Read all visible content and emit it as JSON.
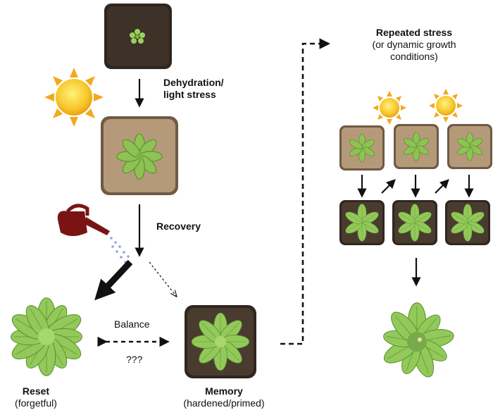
{
  "labels": {
    "dehydration_line1": "Dehydration/",
    "dehydration_line2": "light stress",
    "recovery": "Recovery",
    "balance": "Balance",
    "unknown": "???",
    "reset_title": "Reset",
    "reset_subtitle": "(forgetful)",
    "memory_title": "Memory",
    "memory_subtitle": "(hardened/primed)",
    "repeated_title": "Repeated stress",
    "repeated_line2": "(or dynamic growth",
    "repeated_line3": "conditions)"
  },
  "colors": {
    "soil_dark": "#3a2e24",
    "soil_light": "#b59a7a",
    "leaf": "#8fc255",
    "leaf_dark": "#5e9430",
    "sun": "#f7c62a",
    "watering_can": "#7a1414",
    "water": "#8fa6d8",
    "arrow": "#111111"
  },
  "icons": [
    "sun-icon",
    "watering-can-icon",
    "plant-pot-icon",
    "rosette-plant-icon"
  ]
}
